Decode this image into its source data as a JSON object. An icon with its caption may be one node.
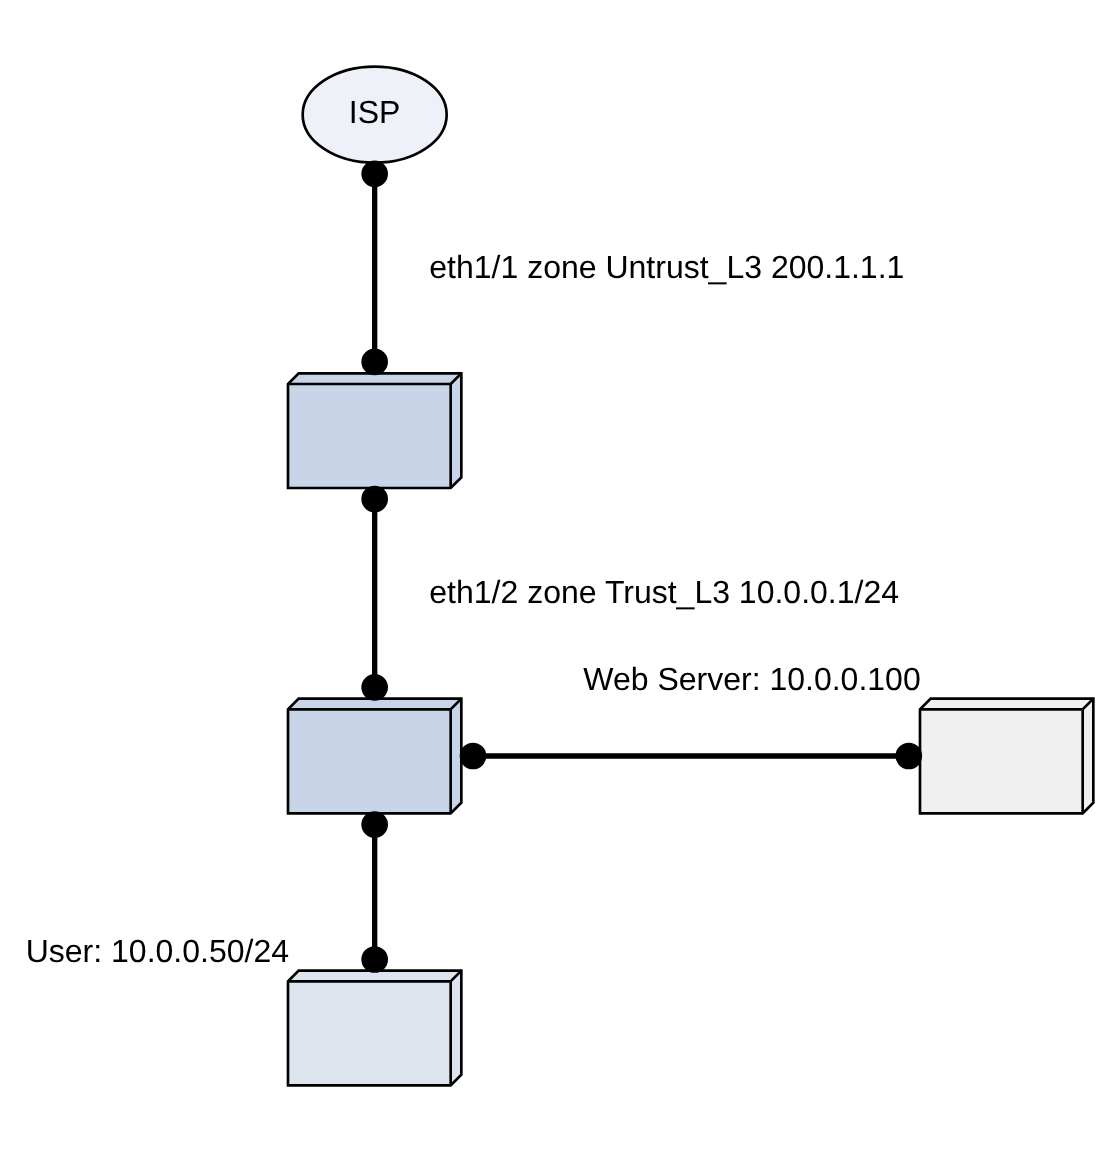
{
  "diagram": {
    "nodes": [
      {
        "text": [
          "ISP"
        ]
      },
      {
        "text": [],
        "shape": "picture"
      },
      {
        "text": [],
        "shape": "picture"
      },
      {
        "text": [],
        "shape": "picture",
        "beside": [
          "Web Server: 10.0.0.100"
        ]
      },
      {
        "text": [],
        "shape": "picture",
        "beside": [
          "User: 10.0.0.50/24"
        ]
      }
    ],
    "edges": [
      {
        "from": 0,
        "to": 1,
        "arrow": "other",
        "label": "eth1/1 zone Untrust_L3 200.1.1.1"
      },
      {
        "from": 1,
        "to": 2,
        "arrow": "other",
        "label": "eth1/2 zone Trust_L3 10.0.0.1/24"
      },
      {
        "from": 2,
        "to": 3,
        "arrow": "other"
      },
      {
        "from": 2,
        "to": 4,
        "arrow": "other"
      }
    ]
  }
}
